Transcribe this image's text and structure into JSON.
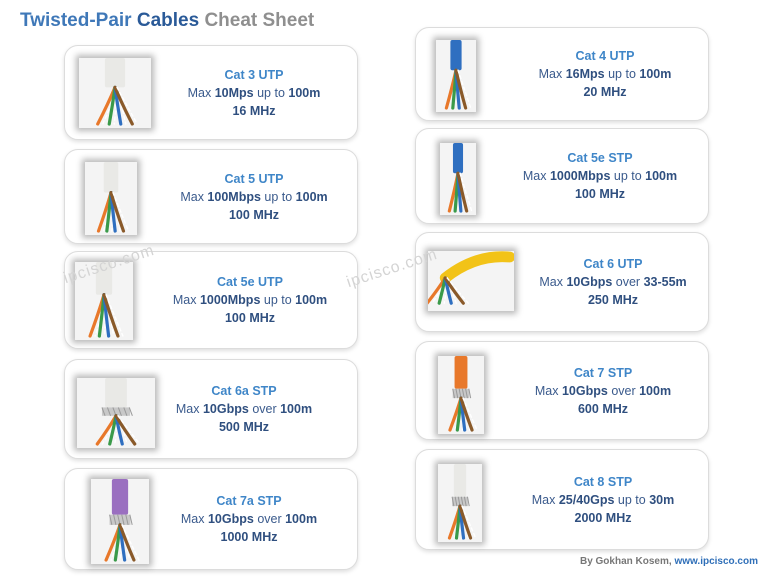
{
  "header": {
    "title_part1": "Twisted-Pair",
    "title_part2": "Cables",
    "title_part3": "Cheat Sheet"
  },
  "watermark": {
    "text": "ipcisco.com"
  },
  "footer": {
    "by": "By Gokhan Kosem,",
    "site": "www.ipcisco.com"
  },
  "cards": [
    {
      "name": "Cat 3 UTP",
      "speed_pre": "Max ",
      "speed": "10Mps",
      "distance_pre": " up to ",
      "distance": "100m",
      "freq": "16 MHz"
    },
    {
      "name": "Cat 5 UTP",
      "speed_pre": "Max ",
      "speed": "100Mbps",
      "distance_pre": " up to ",
      "distance": "100m",
      "freq": "100 MHz"
    },
    {
      "name": "Cat 5e UTP",
      "speed_pre": "Max ",
      "speed": "1000Mbps",
      "distance_pre": " up to ",
      "distance": "100m",
      "freq": "100 MHz"
    },
    {
      "name": "Cat 6a STP",
      "speed_pre": "Max ",
      "speed": "10Gbps",
      "distance_pre": " over ",
      "distance": "100m",
      "freq": "500 MHz"
    },
    {
      "name": "Cat 7a STP",
      "speed_pre": "Max ",
      "speed": "10Gbps",
      "distance_pre": " over ",
      "distance": "100m",
      "freq": "1000 MHz"
    },
    {
      "name": "Cat 4 UTP",
      "speed_pre": "Max ",
      "speed": "16Mps",
      "distance_pre": " up to ",
      "distance": "100m",
      "freq": "20 MHz"
    },
    {
      "name": "Cat 5e STP",
      "speed_pre": "Max ",
      "speed": "1000Mbps",
      "distance_pre": " up to ",
      "distance": "100m",
      "freq": "100 MHz"
    },
    {
      "name": "Cat 6 UTP",
      "speed_pre": "Max ",
      "speed": "10Gbps",
      "distance_pre": " over ",
      "distance": "33-55m",
      "freq": "250 MHz"
    },
    {
      "name": "Cat 7 STP",
      "speed_pre": "Max ",
      "speed": "10Gbps",
      "distance_pre": " over ",
      "distance": "100m",
      "freq": "600 MHz"
    },
    {
      "name": "Cat 8 STP",
      "speed_pre": "Max ",
      "speed": "25/40Gps",
      "distance_pre": " up to ",
      "distance": "30m",
      "freq": "2000 MHz"
    }
  ],
  "colors": {
    "heading_blue": "#3f86c8",
    "text_blue": "#3a5a8c",
    "title_gray": "#8f8f8f",
    "wire_orange": "#e8782a",
    "wire_green": "#3a9a4a",
    "wire_blue": "#2f6fc0",
    "wire_brown": "#8a5a2a"
  }
}
